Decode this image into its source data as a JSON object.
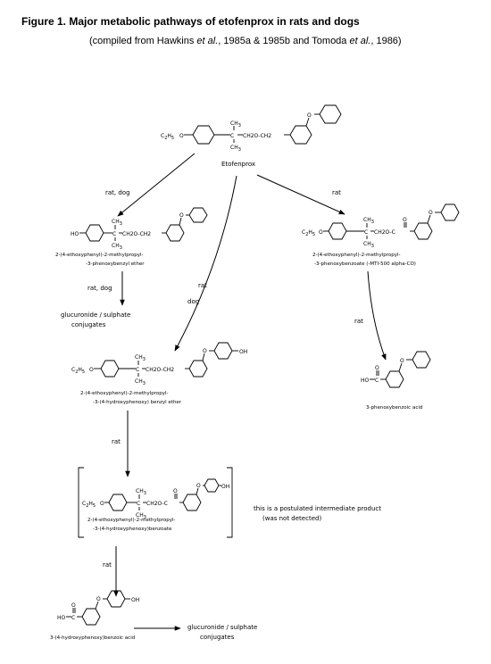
{
  "figure": {
    "title": "Figure 1.  Major metabolic pathways of etofenprox in rats and dogs",
    "subtitle_pre": "(compiled from Hawkins ",
    "subtitle_etal1": "et al.",
    "subtitle_mid": ",  1985a & 1985b and Tomoda ",
    "subtitle_etal2": "et al.",
    "subtitle_post": ", 1986)"
  },
  "compounds": {
    "etofenprox": {
      "name": "Etofenprox"
    },
    "c2": {
      "name_line1": "2-(4-ethoxyphenyl)-2-methylpropyl-",
      "name_line2": "-3-phenoxybenzyl ether"
    },
    "c3": {
      "name_line1": "2-(4-ethoxyphenyl)-2-methylpropyl-",
      "name_line2": "-3-phenoxybenzoate (-MTI-500 alpha-CO)"
    },
    "c4": {
      "name_line1": "2-(4-ethoxyphenyl)-2-methylpropyl-",
      "name_line2": "-3-(4-hydroxyphenoxy) benzyl ether"
    },
    "c5": {
      "name": "3-phenoxybenzoic acid"
    },
    "c6": {
      "name_line1": "2-(4-ethoxyphenyl)-2-methylpropyl-",
      "name_line2": "-3-(4-hydroxyphenoxy)benzoate"
    },
    "c7": {
      "name": "3-(4-hydroxyphenoxy)benzoic acid"
    }
  },
  "conjugates": {
    "c1": {
      "line1": "glucuronide / sulphate",
      "line2": "conjugates"
    },
    "c2": {
      "line1": "glucuronide / sulphate",
      "line2": "conjugates"
    }
  },
  "arrow_labels": {
    "rat_dog_1": "rat, dog",
    "rat_1": "rat",
    "rat_dog_2": "rat, dog",
    "rat_2": "rat",
    "dog_1": "dog",
    "rat_3": "rat",
    "rat_4": "rat",
    "rat_5": "rat"
  },
  "note": {
    "line1": "this is a postulated intermediate product",
    "line2": "(was not detected)"
  },
  "atoms": {
    "c2h5": "C",
    "c2h5_sub1": "2",
    "h": "H",
    "c2h5_sub2": "5",
    "o": "O",
    "ch3": "CH",
    "sub3": "3",
    "c": "C",
    "ch2": "CH",
    "sub2": "2",
    "ho": "HO",
    "oh": "OH",
    "dbl_o": "O",
    "ch2_o_ch2": "CH2O-CH2",
    "ch2_o_c": "CH2O-C"
  }
}
